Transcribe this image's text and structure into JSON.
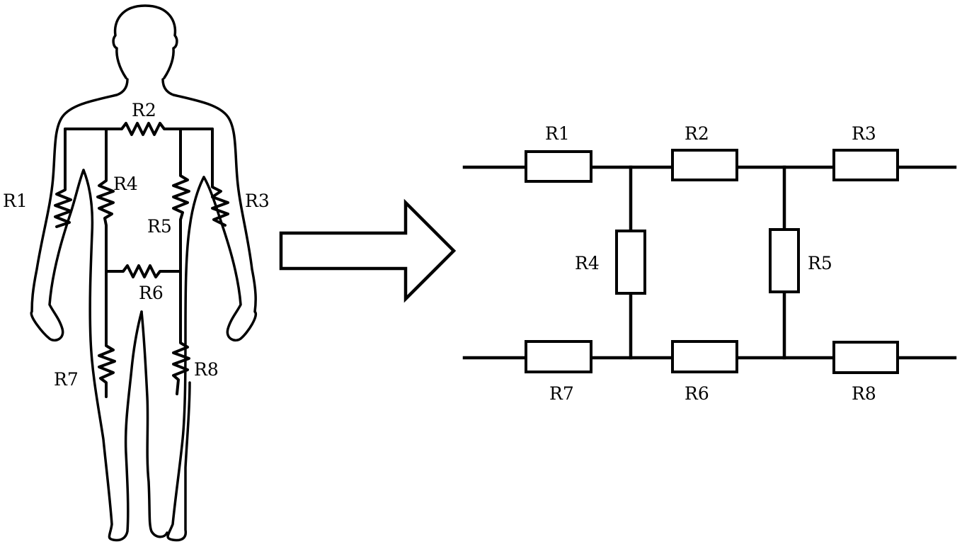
{
  "body_model": {
    "labels": {
      "R1": "R1",
      "R2": "R2",
      "R3": "R3",
      "R4": "R4",
      "R5": "R5",
      "R6": "R6",
      "R7": "R7",
      "R8": "R8"
    }
  },
  "circuit": {
    "labels": {
      "R1": "R1",
      "R2": "R2",
      "R3": "R3",
      "R4": "R4",
      "R5": "R5",
      "R6": "R6",
      "R7": "R7",
      "R8": "R8"
    }
  },
  "colors": {
    "ink": "#000000",
    "background": "#ffffff"
  }
}
